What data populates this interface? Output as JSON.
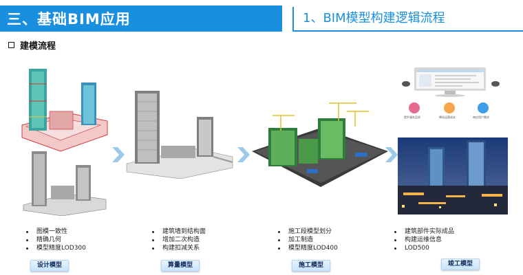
{
  "header": {
    "left_title": "三、基础BIM应用",
    "right_title": "1、BIM模型构建逻辑流程"
  },
  "section": {
    "label": "建模流程"
  },
  "stages": [
    {
      "button": "设计模型",
      "bullets": [
        "图模一致性",
        "精确几何",
        "模型精度LOD300"
      ]
    },
    {
      "button": "算量模型",
      "bullets": [
        "建筑墙到结构面",
        "增加二次构造",
        "构建扣减关系"
      ]
    },
    {
      "button": "施工模型",
      "bullets": [
        "施工段模型划分",
        "加工制造",
        "模型精度LOD400"
      ]
    },
    {
      "button": "竣工模型",
      "bullets": [
        "建筑部件实际成品",
        "构建运维信息",
        "LOD500"
      ]
    }
  ],
  "platform_icons": [
    {
      "name": "heart-shield-icon",
      "caption": "提升服务品质",
      "color": "#e96a8f"
    },
    {
      "name": "coins-icon",
      "caption": "降低运营成本",
      "color": "#f3a64a"
    },
    {
      "name": "org-chart-icon",
      "caption": "响应用户需求",
      "color": "#3e9de8"
    }
  ],
  "colors": {
    "brand_blue": "#1a8fe0",
    "arrow": "#9ccbea"
  }
}
